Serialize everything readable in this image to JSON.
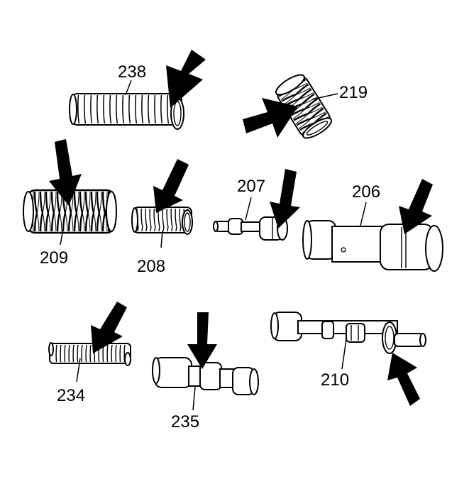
{
  "callouts": {
    "c238": "238",
    "c219": "219",
    "c209": "209",
    "c208": "208",
    "c207": "207",
    "c206": "206",
    "c234": "234",
    "c235": "235",
    "c210": "210"
  },
  "colors": {
    "ink": "#000000",
    "paper": "#ffffff"
  }
}
